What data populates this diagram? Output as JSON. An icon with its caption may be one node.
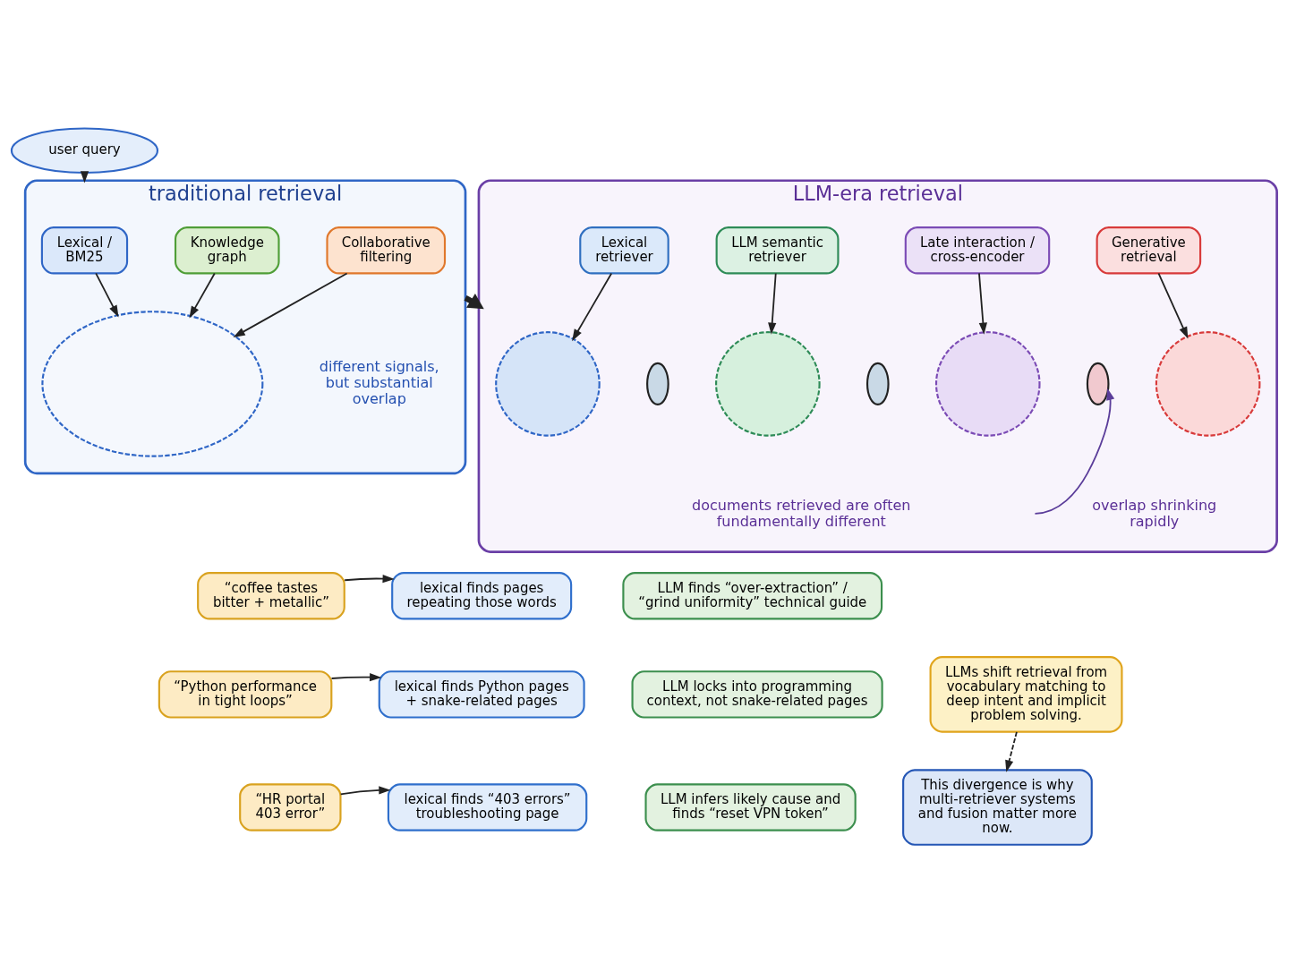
{
  "diagram": {
    "nodes": [
      {
        "text": [
          "user query"
        ]
      },
      {
        "text": [
          "traditional retrieval"
        ]
      },
      {
        "text": [
          "Lexical / BM25"
        ],
        "in": 1
      },
      {
        "text": [
          "Knowledge graph"
        ],
        "in": 1
      },
      {
        "text": [
          "Collaborative filtering"
        ],
        "in": 1
      },
      {
        "text": [],
        "shape": "ellipse",
        "in": 1
      },
      {
        "text": [
          "LLM-era retrieval"
        ]
      },
      {
        "text": [
          "Lexical retriever"
        ],
        "in": 6
      },
      {
        "text": [
          "LLM semantic retriever"
        ],
        "in": 6
      },
      {
        "text": [
          "Late interaction / cross-encoder"
        ],
        "in": 6
      },
      {
        "text": [
          "Generative retrieval"
        ],
        "in": 6
      },
      {
        "text": [],
        "shape": "circle",
        "in": 6
      },
      {
        "text": [],
        "shape": "ellipse",
        "in": 6
      },
      {
        "text": [],
        "shape": "circle",
        "in": 6
      },
      {
        "text": [],
        "shape": "ellipse",
        "in": 6
      },
      {
        "text": [],
        "shape": "circle",
        "in": 6
      },
      {
        "text": [],
        "shape": "ellipse",
        "in": 6
      },
      {
        "text": [],
        "shape": "circle",
        "in": 6
      },
      {
        "text": [
          "“coffee tastes bitter + metallic”"
        ]
      },
      {
        "text": [
          "lexical finds pages repeating those words"
        ]
      },
      {
        "text": [
          "LLM finds “over-extraction” / “grind uniformity” technical guide"
        ]
      },
      {
        "text": [
          "“Python performance in tight loops”"
        ]
      },
      {
        "text": [
          "lexical finds Python pages + snake-related pages"
        ]
      },
      {
        "text": [
          "LLM locks into programming context, not snake-related pages"
        ]
      },
      {
        "text": [
          "“HR portal 403 error”"
        ]
      },
      {
        "text": [
          "lexical finds “403 errors” troubleshooting page"
        ]
      },
      {
        "text": [
          "LLM infers likely cause and finds “reset VPN token”"
        ]
      },
      {
        "text": [
          "LLMs shift retrieval from vocabulary matching to deep intent and implicit problem solving."
        ]
      },
      {
        "text": [
          "This divergence is why multi-retriever systems and fusion matter more now."
        ]
      }
    ],
    "edges": [
      {
        "from": 0,
        "to": 1,
        "arrow": "to"
      },
      {
        "from": 2,
        "to": 5,
        "arrow": "to"
      },
      {
        "from": 3,
        "to": 5,
        "arrow": "to"
      },
      {
        "from": 4,
        "to": 5,
        "arrow": "to"
      },
      {
        "from": 1,
        "to": 6,
        "arrow": "to",
        "style": "thick"
      },
      {
        "from": 7,
        "to": 11,
        "arrow": "to"
      },
      {
        "from": 8,
        "to": 13,
        "arrow": "to"
      },
      {
        "from": 9,
        "to": 15,
        "arrow": "to"
      },
      {
        "from": 10,
        "to": 17,
        "arrow": "to"
      },
      {
        "from": null,
        "to": 16,
        "arrow": "to",
        "color": "#5b3d9a"
      },
      {
        "from": 18,
        "to": 19,
        "arrow": "to"
      },
      {
        "from": 21,
        "to": 22,
        "arrow": "to"
      },
      {
        "from": 24,
        "to": 25,
        "arrow": "to"
      },
      {
        "from": 27,
        "to": 28,
        "arrow": "to",
        "style": "dashed"
      }
    ],
    "labels": [
      "different signals, but substantial overlap",
      "documents retrieved are often fundamentally different",
      "overlap shrinking rapidly"
    ]
  }
}
